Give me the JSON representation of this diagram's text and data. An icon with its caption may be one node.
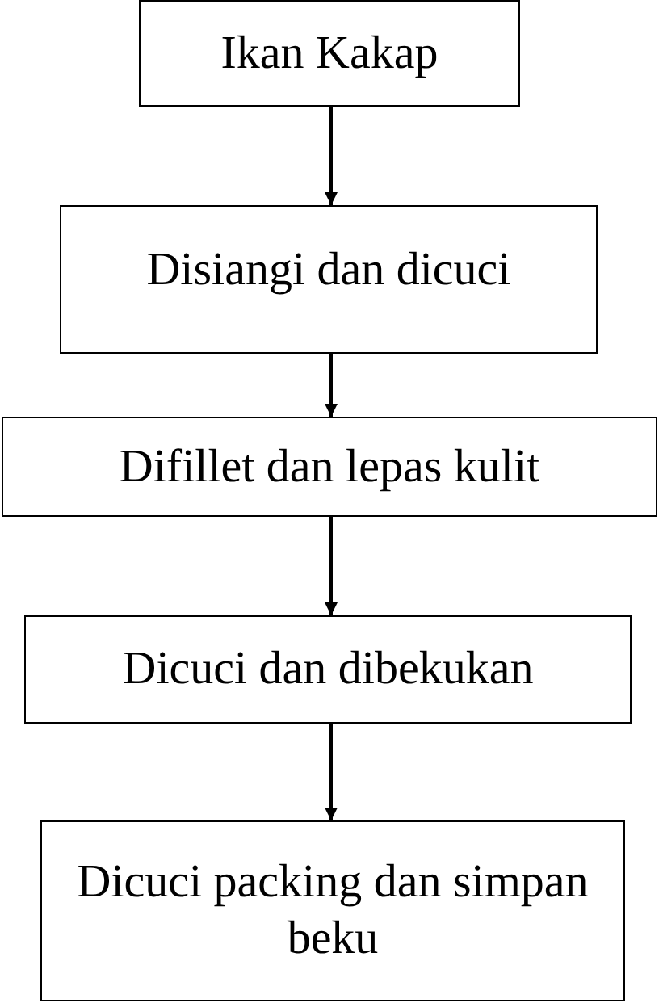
{
  "diagram": {
    "nodes": [
      {
        "text": [
          "Ikan Kakap"
        ]
      },
      {
        "text": [
          "Disiangi dan dicuci"
        ]
      },
      {
        "text": [
          "Difillet dan lepas kulit"
        ]
      },
      {
        "text": [
          "Dicuci dan dibekukan"
        ]
      },
      {
        "text": [
          "Dicuci packing dan simpan beku"
        ]
      }
    ],
    "edges": [
      {
        "from": 0,
        "to": 1,
        "arrow": "to"
      },
      {
        "from": 1,
        "to": 2,
        "arrow": "to"
      },
      {
        "from": 2,
        "to": 3,
        "arrow": "to"
      },
      {
        "from": 3,
        "to": 4,
        "arrow": "to"
      }
    ]
  }
}
